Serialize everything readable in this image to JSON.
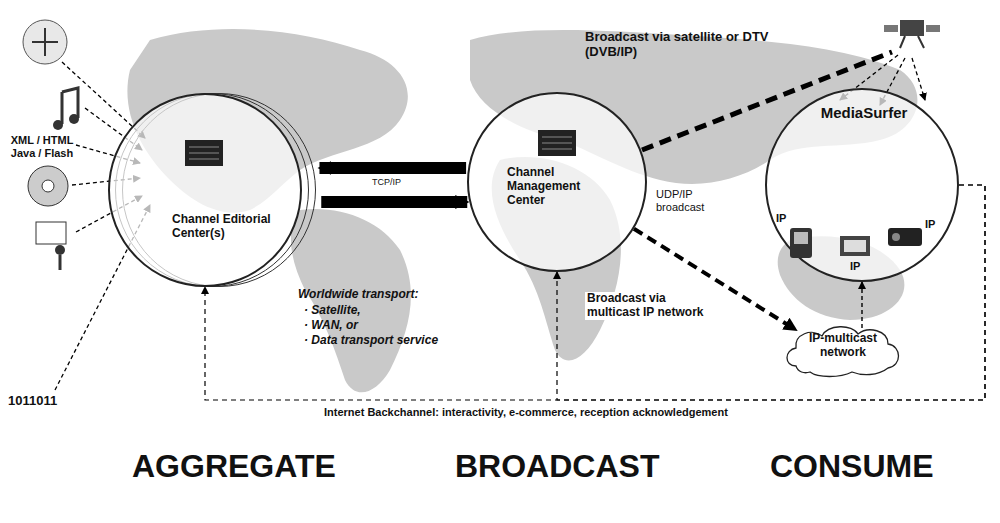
{
  "diagram": {
    "nodes": [
      {
        "text": [
          "Channel Editorial Center(s)"
        ]
      },
      {
        "text": [
          "Channel Management Center"
        ]
      },
      {
        "text": [
          "MediaSurfer"
        ]
      },
      {
        "text": [
          "IP-multicast network"
        ]
      }
    ],
    "edges": [
      {
        "from": 0,
        "to": 1,
        "arrow": "both",
        "label": "TCP/IP"
      },
      {
        "from": 1,
        "to": 3,
        "arrow": "to",
        "label": "Broadcast via multicast IP network"
      },
      {
        "from": 3,
        "to": 2,
        "arrow": "to"
      },
      {
        "from": 2,
        "to": 0,
        "arrow": "to",
        "label": "Internet Backchannel: interactivity, e-commerce, reception acknowledgement"
      },
      {
        "from": 2,
        "to": 1,
        "arrow": "to"
      }
    ],
    "labels": [
      "XML / HTML Java / Flash",
      "1011011",
      "Worldwide transport:",
      "· Satellite,",
      "· WAN, or",
      "· Data  transport service",
      "Broadcast via satellite or DTV (DVB/IP)",
      "UDP/IP broadcast",
      "IP",
      "IP",
      "IP",
      "AGGREGATE",
      "BROADCAST",
      "CONSUME"
    ]
  }
}
